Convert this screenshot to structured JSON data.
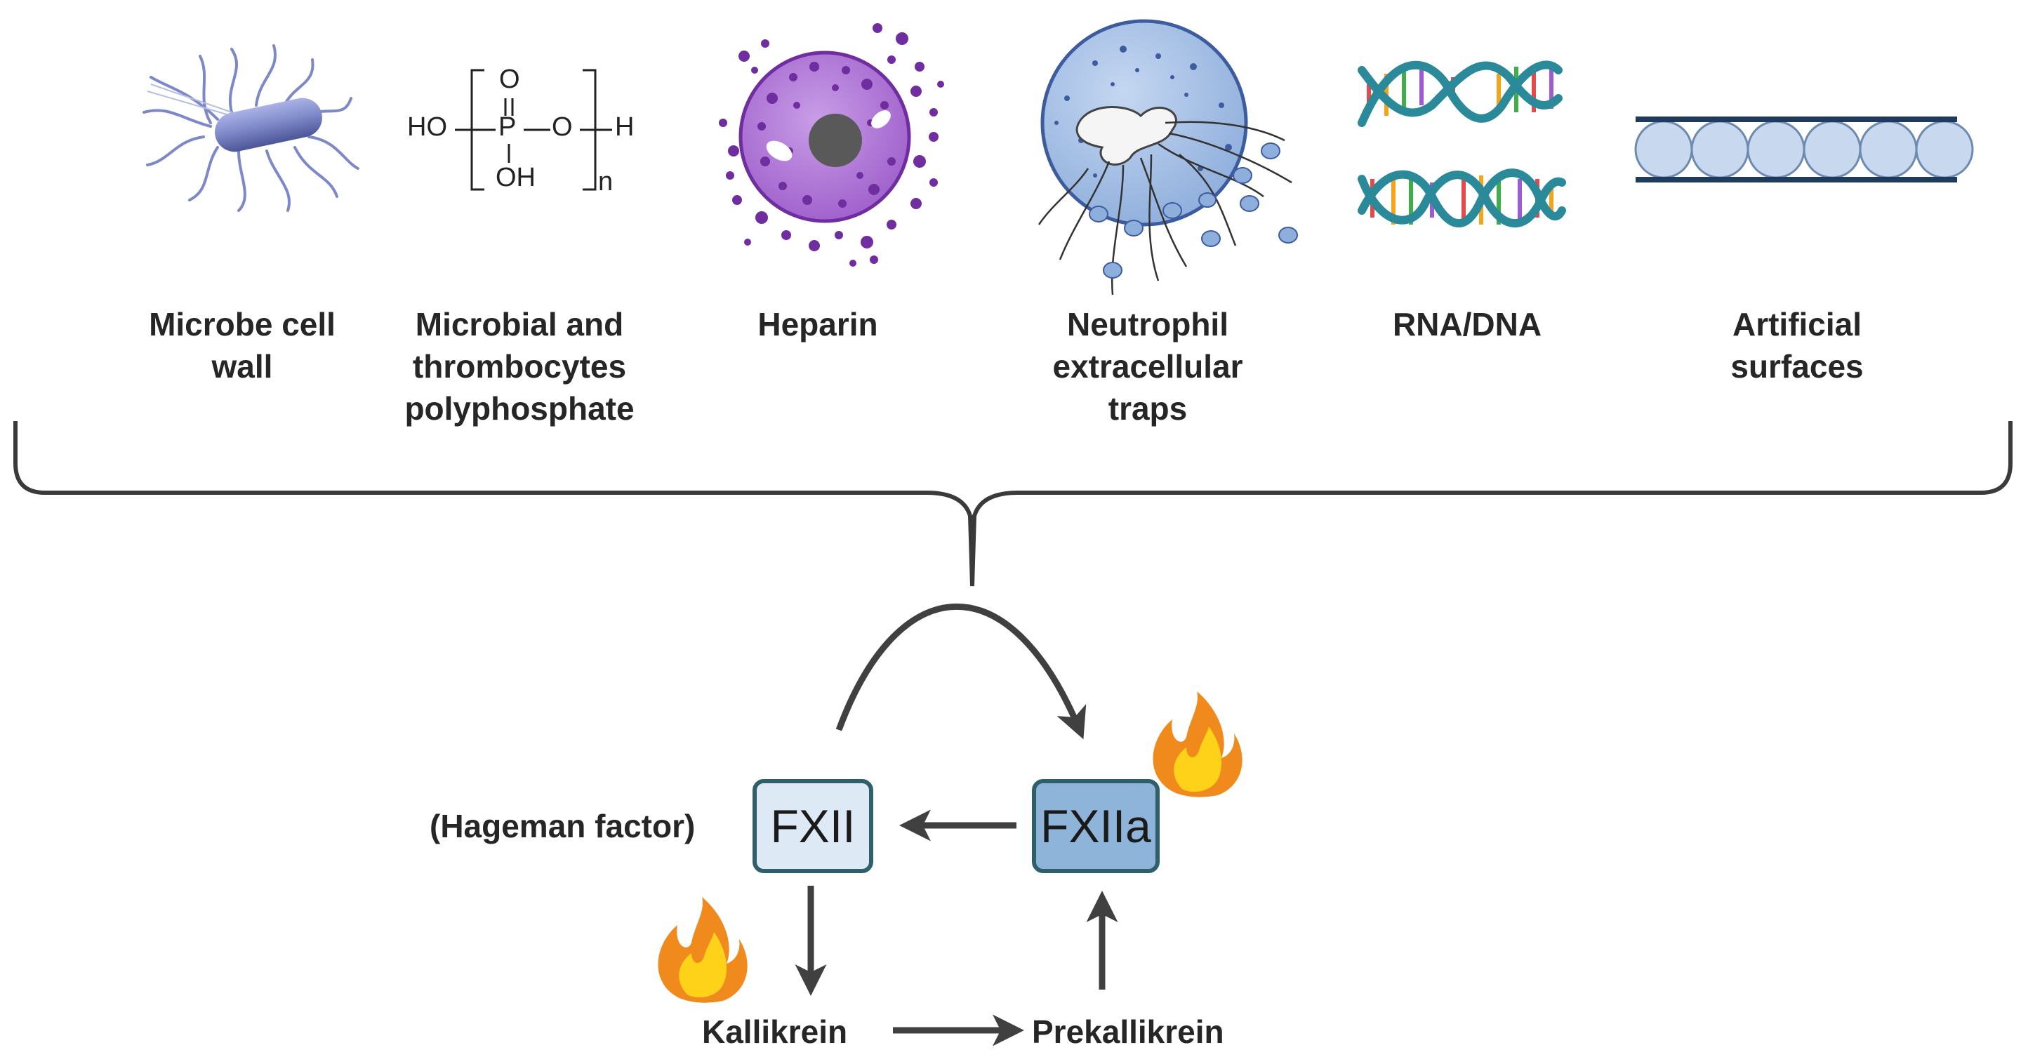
{
  "activators": [
    {
      "id": "microbe",
      "label": "Microbe cell\nwall",
      "icon": "bacterium-icon"
    },
    {
      "id": "polyp",
      "label": "Microbial and\nthrombocytes\npolyphosphate",
      "icon": "polyphosphate-structure-icon"
    },
    {
      "id": "heparin",
      "label": "Heparin",
      "icon": "mast-cell-icon"
    },
    {
      "id": "net",
      "label": "Neutrophil\nextracellular\ntraps",
      "icon": "neutrophil-net-icon"
    },
    {
      "id": "nucleic",
      "label": "RNA/DNA",
      "icon": "dna-helix-icon"
    },
    {
      "id": "artificial",
      "label": "Artificial\nsurfaces",
      "icon": "artificial-surface-icon"
    }
  ],
  "formula": {
    "ho": "HO",
    "p": "P",
    "o_top": "O",
    "o_right": "O",
    "h": "H",
    "oh": "OH",
    "n": "n"
  },
  "pathway": {
    "fxii": "FXII",
    "fxiia": "FXIIa",
    "hageman": "(Hageman factor)",
    "kallikrein": "Kallikrein",
    "prekallikrein": "Prekallikrein"
  },
  "colors": {
    "text": "#262626",
    "arrow": "#404040",
    "box_border": "#2f5f6b",
    "fxii_fill": "#dde9f5",
    "fxiia_fill": "#8fb4d9",
    "bacterium": "#7d88c8",
    "mast_cell": "#9b59c9",
    "neutrophil": "#9db8e0",
    "dna_strand": "#2a8a9a",
    "surface_bead": "#c8d9ef",
    "surface_line": "#1f3a5a",
    "flame_outer": "#f08a1c",
    "flame_inner": "#ffd21a"
  }
}
